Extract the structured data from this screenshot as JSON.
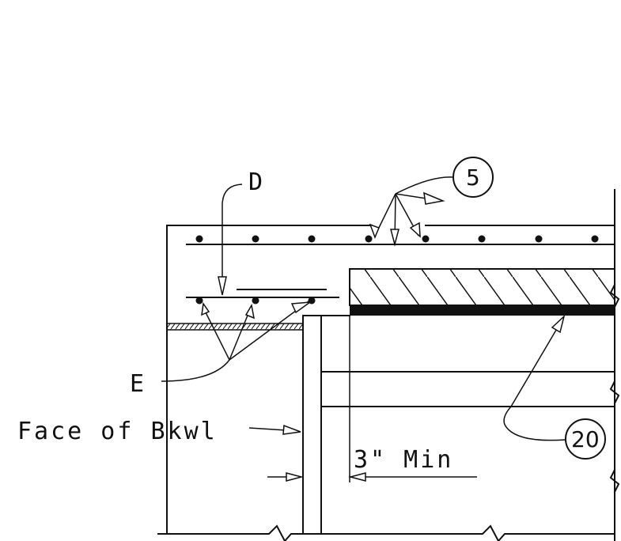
{
  "labels": {
    "d": "D",
    "e": "E",
    "face_of_bkwl": "Face of Bkwl",
    "min_clearance": "3\" Min"
  },
  "callouts": {
    "top_bar": "5",
    "bottom_strip": "20"
  },
  "colors": {
    "line": "#111111",
    "background": "#ffffff"
  }
}
